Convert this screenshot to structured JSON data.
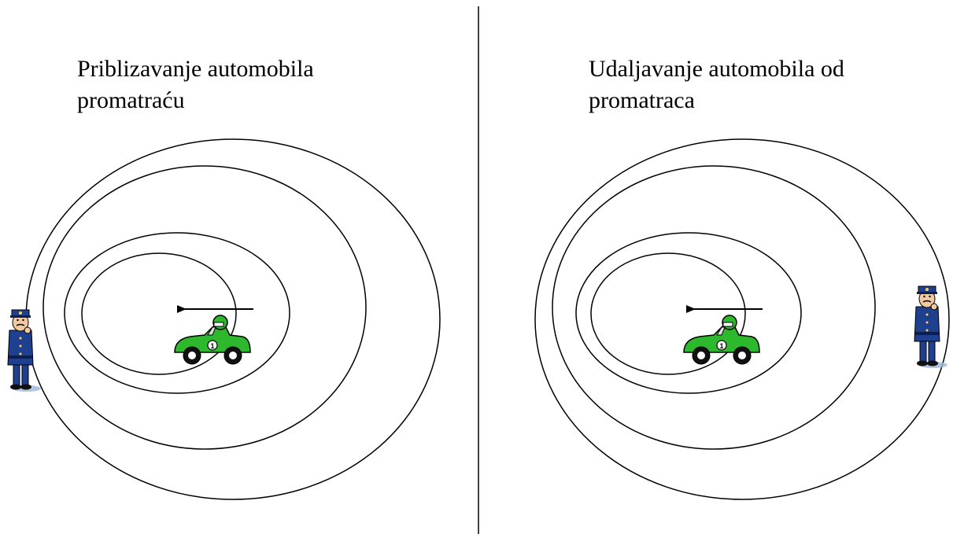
{
  "left_panel": {
    "caption_line1": "Priblizavanje automobila",
    "caption_line2": "promatraću"
  },
  "right_panel": {
    "caption_line1": "Udaljavanje automobila od",
    "caption_line2": "promatraca"
  },
  "car": {
    "number": "1",
    "color": "#2eb82e"
  },
  "colors": {
    "stroke": "#000000",
    "uniform": "#1f3f8f",
    "skin": "#f2c9a0"
  }
}
